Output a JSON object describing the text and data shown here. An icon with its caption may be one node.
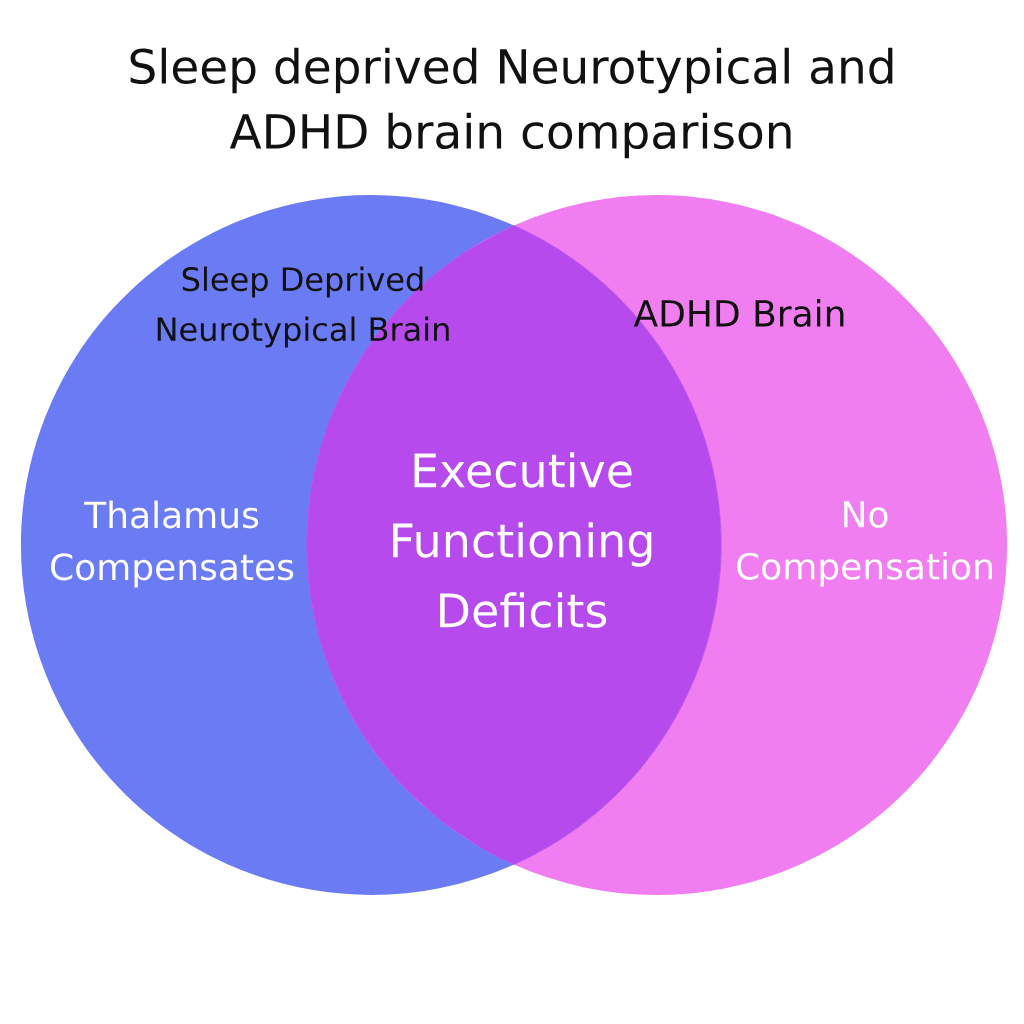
{
  "diagram": {
    "title": "Sleep deprived Neurotypical and ADHD brain comparison",
    "nodes": [
      {
        "text": [
          "Sleep Deprived Neurotypical Brain",
          "Thalamus Compensates"
        ]
      },
      {
        "text": [
          "ADHD Brain",
          "No Compensation"
        ]
      },
      {
        "text": [
          "Executive Functioning Deficits"
        ]
      }
    ]
  }
}
